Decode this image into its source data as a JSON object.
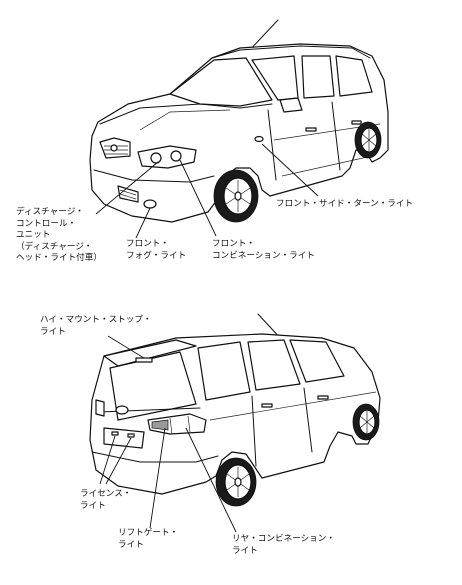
{
  "labels": {
    "front_side_turn": "フロント・サイド・ターン・ライト",
    "discharge_unit": "ディスチャージ・\nコントロール・\nユニット\n（ディスチャージ・\nヘッド・ライト付車）",
    "front_fog": "フロント・\nフォグ・ライト",
    "front_combination": "フロント・\nコンビネーション・ライト",
    "high_mount_stop": "ハイ・マウント・ストップ・\nライト",
    "license": "ライセンス・\nライト",
    "liftgate": "リフトゲート・\nライト",
    "rear_combination": "リヤ・コンビネーション・\nライト"
  }
}
